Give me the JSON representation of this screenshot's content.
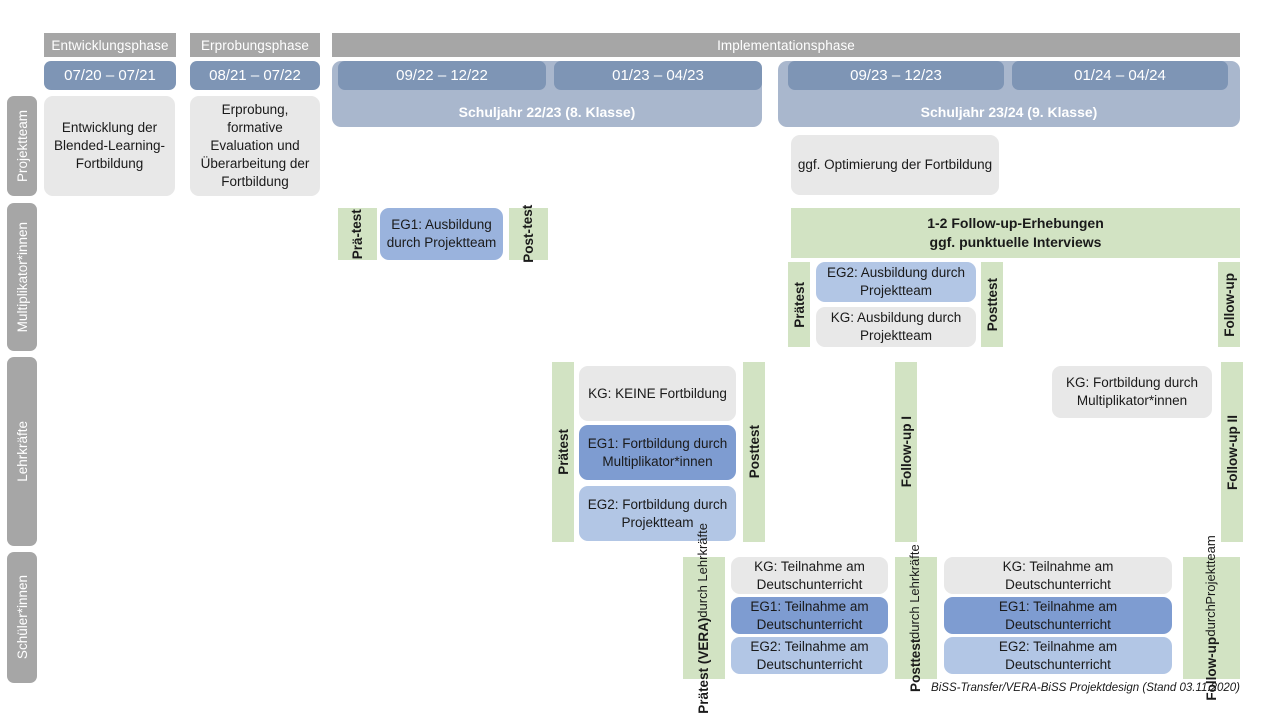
{
  "title": "BiSS-Transfer/VERA-BiSS Projektdesign",
  "colors": {
    "phase_bar": "#a6a6a6",
    "date_bar": "#7e95b5",
    "schuljahr_band": "#a9b7cd",
    "row_label": "#a6a6a6",
    "grey_box": "#e8e8e8",
    "blue_dark": "#7e9cd1",
    "blue_mid": "#9ab3dd",
    "blue_light": "#b2c6e5",
    "green": "#d2e3c3"
  },
  "phases": [
    {
      "label": "Entwicklungsphase"
    },
    {
      "label": "Erprobungsphase"
    },
    {
      "label": "Implementationsphase"
    }
  ],
  "dates": [
    {
      "label": "07/20 – 07/21"
    },
    {
      "label": "08/21 – 07/22"
    },
    {
      "label": "09/22 – 12/22"
    },
    {
      "label": "01/23 – 04/23"
    },
    {
      "label": "09/23 – 12/23"
    },
    {
      "label": "01/24 – 04/24"
    }
  ],
  "school_years": [
    {
      "label": "Schuljahr 22/23 (8. Klasse)"
    },
    {
      "label": "Schuljahr 23/24 (9. Klasse)"
    }
  ],
  "rows": [
    {
      "label": "Projektteam"
    },
    {
      "label": "Multiplikator*innen"
    },
    {
      "label": "Lehrkräfte"
    },
    {
      "label": "Schüler*innen"
    }
  ],
  "projektteam": {
    "entwicklung": "Entwicklung der Blended-Learning-Fortbildung",
    "erprobung": "Erprobung, formative Evaluation und Überarbeitung der Fortbildung",
    "optimierung": "ggf. Optimierung der Fortbildung"
  },
  "multiplikator": {
    "praetest_line1": "Prä-",
    "praetest_line2": "test",
    "eg1": "EG1: Ausbildung durch Projektteam",
    "posttest_line1": "Post-",
    "posttest_line2": "test",
    "followup_banner": "1-2 Follow-up-Erhebungen\nggf. punktuelle Interviews",
    "followup_banner_l1": "1-2 Follow-up-Erhebungen",
    "followup_banner_l2": "ggf. punktuelle Interviews",
    "praetest2": "Prätest",
    "eg2": "EG2: Ausbildung durch Projektteam",
    "kg": "KG: Ausbildung durch Projektteam",
    "posttest2": "Posttest",
    "followup": "Follow-up"
  },
  "lehrkraefte": {
    "praetest": "Prätest",
    "kg": "KG:  KEINE Fortbildung",
    "eg1": "EG1: Fortbildung durch Multiplikator*innen",
    "eg2": "EG2: Fortbildung durch Projektteam",
    "posttest": "Posttest",
    "followup1": "Follow-up I",
    "kg_right": "KG: Fortbildung durch Multiplikator*innen",
    "followup2": "Follow-up II"
  },
  "schueler": {
    "praetest_bold": "Prätest (VERA)",
    "praetest_sub": "durch Lehrkräfte",
    "kg_left": "KG: Teilnahme am Deutschunterricht",
    "eg1_left": "EG1: Teilnahme am Deutschunterricht",
    "eg2_left": "EG2: Teilnahme am Deutschunterricht",
    "posttest_bold": "Posttest",
    "posttest_sub": "durch Lehrkräfte",
    "kg_right": "KG: Teilnahme am Deutschunterricht",
    "eg1_right": "EG1: Teilnahme am Deutschunterricht",
    "eg2_right": "EG2: Teilnahme am Deutschunterricht",
    "followup_bold": "Follow-up",
    "followup_sub1": "durch",
    "followup_sub2": "Projektteam"
  },
  "footer": "BiSS-Transfer/VERA-BiSS Projektdesign (Stand 03.11.2020)"
}
